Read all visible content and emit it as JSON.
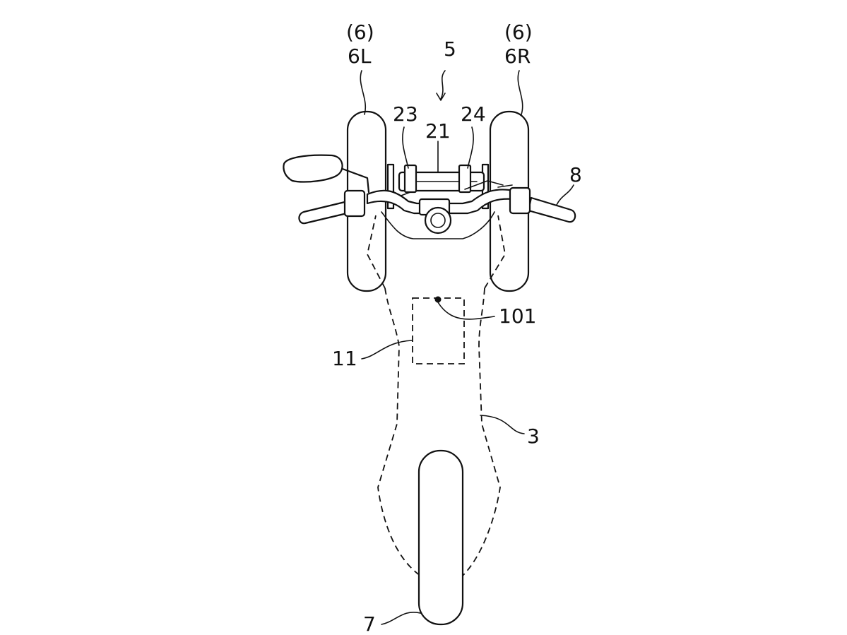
{
  "labels": {
    "group_6_left": "(6)",
    "wheel_6L": "6L",
    "group_6_right": "(6)",
    "wheel_6R": "6R",
    "steering_5": "5",
    "part_23": "23",
    "part_21": "21",
    "part_24": "24",
    "handlebar_8": "8",
    "unit_101": "101",
    "frame_11": "11",
    "body_3": "3",
    "rear_wheel_7": "7"
  },
  "colors": {
    "line": "#111111",
    "background": "#ffffff"
  }
}
